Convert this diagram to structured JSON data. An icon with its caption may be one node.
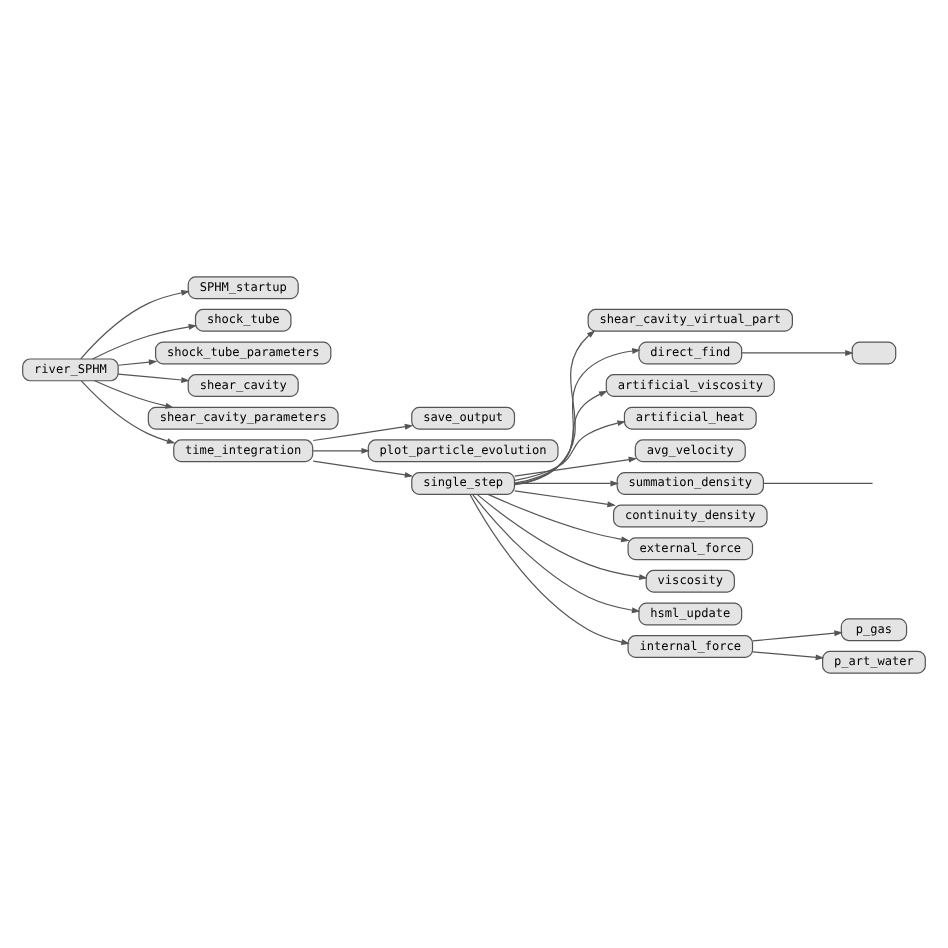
{
  "diagram": {
    "nodes": [
      {
        "text": [
          "river_SPHM"
        ]
      },
      {
        "text": [
          "SPHM_startup"
        ]
      },
      {
        "text": [
          "shock_tube"
        ]
      },
      {
        "text": [
          "shock_tube_parameters"
        ]
      },
      {
        "text": [
          "shear_cavity"
        ]
      },
      {
        "text": [
          "shear_cavity_parameters"
        ]
      },
      {
        "text": [
          "time_integration"
        ]
      },
      {
        "text": [
          "save_output"
        ]
      },
      {
        "text": [
          "plot_particle_evolution"
        ]
      },
      {
        "text": [
          "single_step"
        ]
      },
      {
        "text": [
          "shear_cavity_virtual_part"
        ]
      },
      {
        "text": [
          "direct_find"
        ]
      },
      {
        "text": [],
        "shape": "box"
      },
      {
        "text": [
          "artificial_viscosity"
        ]
      },
      {
        "text": [
          "artificial_heat"
        ]
      },
      {
        "text": [
          "avg_velocity"
        ]
      },
      {
        "text": [
          "summation_density"
        ]
      },
      {
        "text": [
          "continuity_density"
        ]
      },
      {
        "text": [
          "external_force"
        ]
      },
      {
        "text": [
          "viscosity"
        ]
      },
      {
        "text": [
          "hsml_update"
        ]
      },
      {
        "text": [
          "internal_force"
        ]
      },
      {
        "text": [
          "p_gas"
        ]
      },
      {
        "text": [
          "p_art_water"
        ]
      }
    ],
    "edges": [
      {
        "from": 0,
        "to": 1,
        "arrow": "to"
      },
      {
        "from": 0,
        "to": 2,
        "arrow": "to"
      },
      {
        "from": 0,
        "to": 3,
        "arrow": "to"
      },
      {
        "from": 0,
        "to": 4,
        "arrow": "to"
      },
      {
        "from": 0,
        "to": 5,
        "arrow": "to"
      },
      {
        "from": 0,
        "to": 6,
        "arrow": "to"
      },
      {
        "from": 6,
        "to": 7,
        "arrow": "to"
      },
      {
        "from": 6,
        "to": 8,
        "arrow": "to"
      },
      {
        "from": 6,
        "to": 9,
        "arrow": "to"
      },
      {
        "from": 9,
        "to": 10,
        "arrow": "to"
      },
      {
        "from": 9,
        "to": 11,
        "arrow": "to"
      },
      {
        "from": 11,
        "to": 12,
        "arrow": "to"
      },
      {
        "from": 9,
        "to": 13,
        "arrow": "to"
      },
      {
        "from": 9,
        "to": 14,
        "arrow": "to"
      },
      {
        "from": 9,
        "to": 15,
        "arrow": "to"
      },
      {
        "from": 9,
        "to": 16,
        "arrow": "to"
      },
      {
        "from": 16,
        "to": null,
        "arrow": "none"
      },
      {
        "from": 9,
        "to": 17,
        "arrow": "to"
      },
      {
        "from": 9,
        "to": 18,
        "arrow": "to"
      },
      {
        "from": 9,
        "to": 19,
        "arrow": "to"
      },
      {
        "from": 9,
        "to": 20,
        "arrow": "to"
      },
      {
        "from": 9,
        "to": 21,
        "arrow": "to"
      },
      {
        "from": 21,
        "to": 22,
        "arrow": "to"
      },
      {
        "from": 21,
        "to": 23,
        "arrow": "to"
      }
    ]
  }
}
